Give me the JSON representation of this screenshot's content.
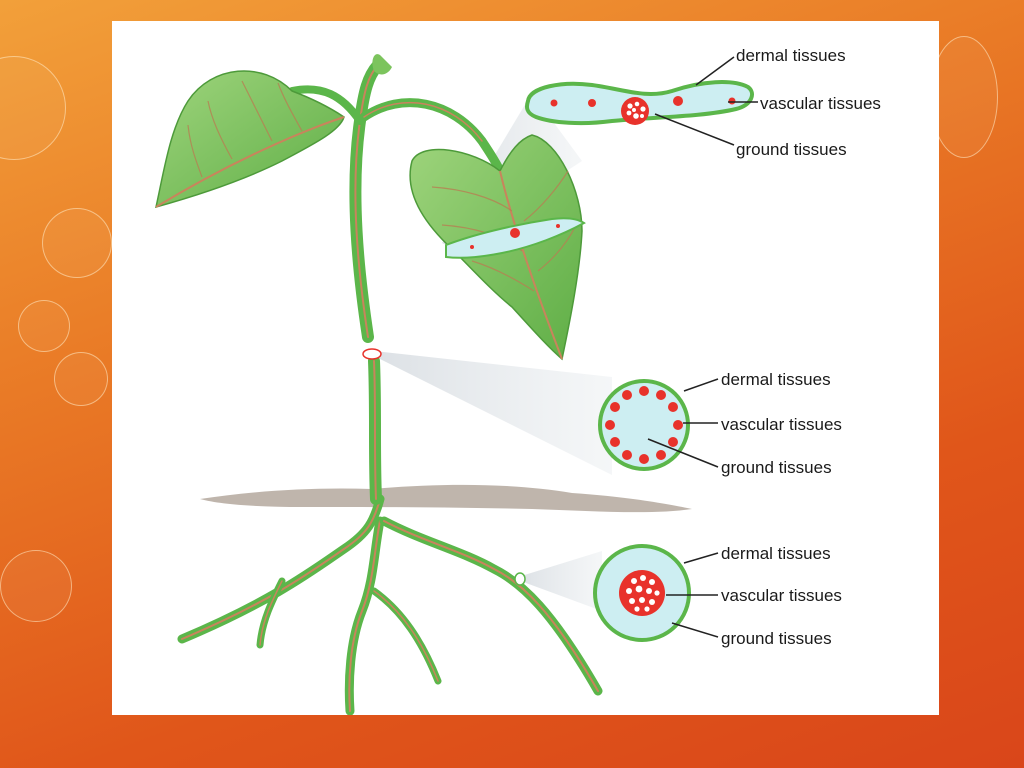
{
  "diagram": {
    "leaf_section": {
      "dermal_label": "dermal tissues",
      "vascular_label": "vascular tissues",
      "ground_label": "ground tissues"
    },
    "stem_section": {
      "dermal_label": "dermal tissues",
      "vascular_label": "vascular tissues",
      "ground_label": "ground tissues"
    },
    "root_section": {
      "dermal_label": "dermal tissues",
      "vascular_label": "vascular tissues",
      "ground_label": "ground tissues"
    }
  },
  "colors": {
    "dermal": "#5bb64a",
    "ground": "#cdeef2",
    "vascular": "#e8322b",
    "leaf": "#7cc45d",
    "soil": "#8a7868",
    "background_top": "#f2a03a",
    "background_bottom": "#d9461a"
  }
}
